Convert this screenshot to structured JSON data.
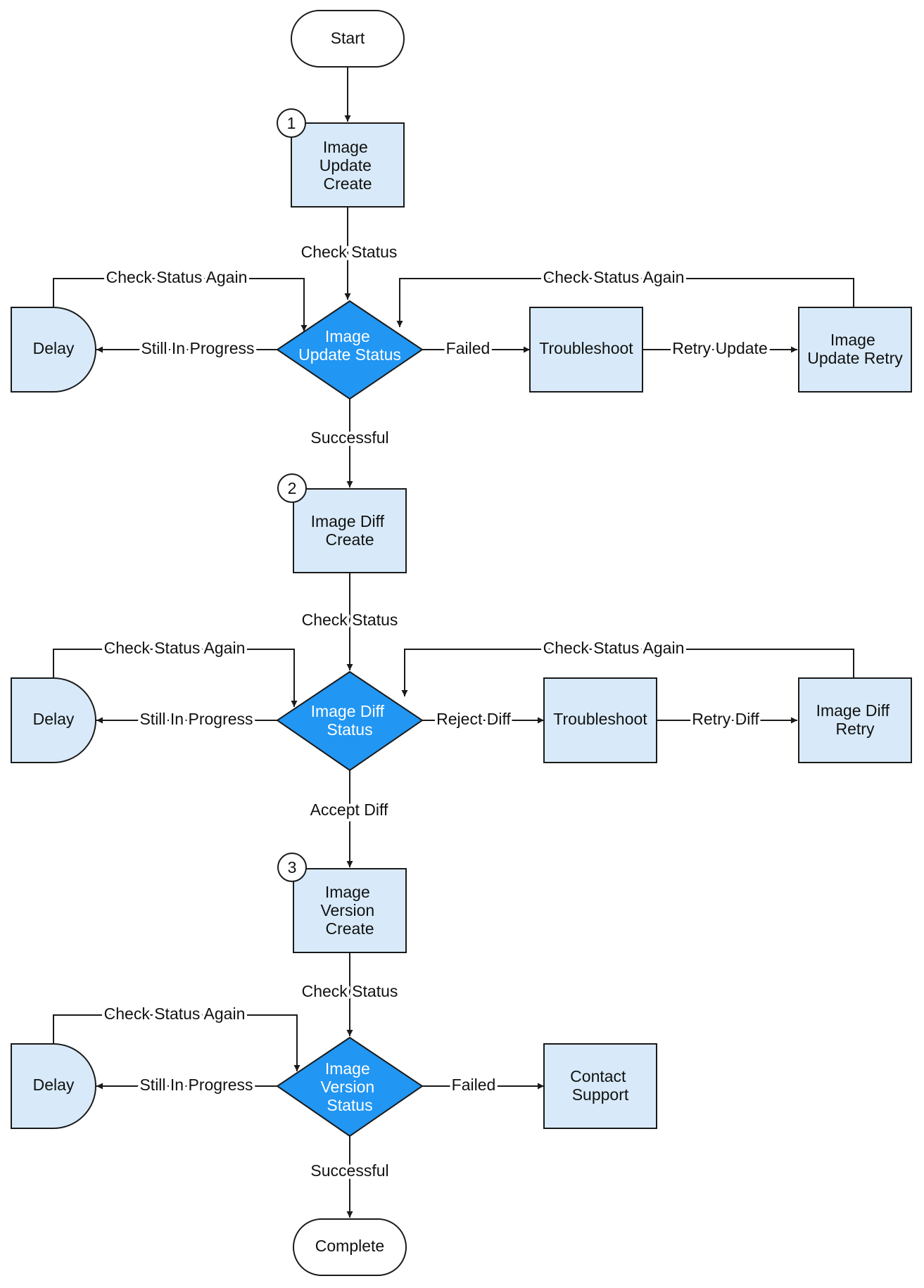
{
  "nodes": {
    "start": "Start",
    "update_create": [
      "Image",
      "Update",
      "Create"
    ],
    "update_status": [
      "Image",
      "Update Status"
    ],
    "delay_1": "Delay",
    "troubleshoot_1": "Troubleshoot",
    "update_retry": [
      "Image",
      "Update Retry"
    ],
    "diff_create": [
      "Image Diff",
      "Create"
    ],
    "diff_status": [
      "Image Diff",
      "Status"
    ],
    "delay_2": "Delay",
    "troubleshoot_2": "Troubleshoot",
    "diff_retry": [
      "Image Diff",
      "Retry"
    ],
    "version_create": [
      "Image",
      "Version",
      "Create"
    ],
    "version_status": [
      "Image",
      "Version",
      "Status"
    ],
    "delay_3": "Delay",
    "contact_support": [
      "Contact",
      "Support"
    ],
    "complete": "Complete"
  },
  "steps": [
    "1",
    "2",
    "3"
  ],
  "edges": {
    "check_status_1": "Check Status",
    "check_again_1_left": "Check Status Again",
    "check_again_1_right": "Check Status Again",
    "in_progress_1": "Still In Progress",
    "failed_1": "Failed",
    "retry_update": "Retry Update",
    "successful_1": "Successful",
    "check_status_2": "Check Status",
    "check_again_2_left": "Check Status Again",
    "check_again_2_right": "Check Status Again",
    "in_progress_2": "Still In Progress",
    "reject_diff": "Reject Diff",
    "retry_diff": "Retry Diff",
    "accept_diff": "Accept Diff",
    "check_status_3": "Check Status",
    "check_again_3_left": "Check Status Again",
    "in_progress_3": "Still In Progress",
    "failed_3": "Failed",
    "successful_3": "Successful"
  },
  "colors": {
    "process_fill": "#d8eaf9",
    "decision_fill": "#2196f3",
    "line": "#1a1a1a"
  }
}
